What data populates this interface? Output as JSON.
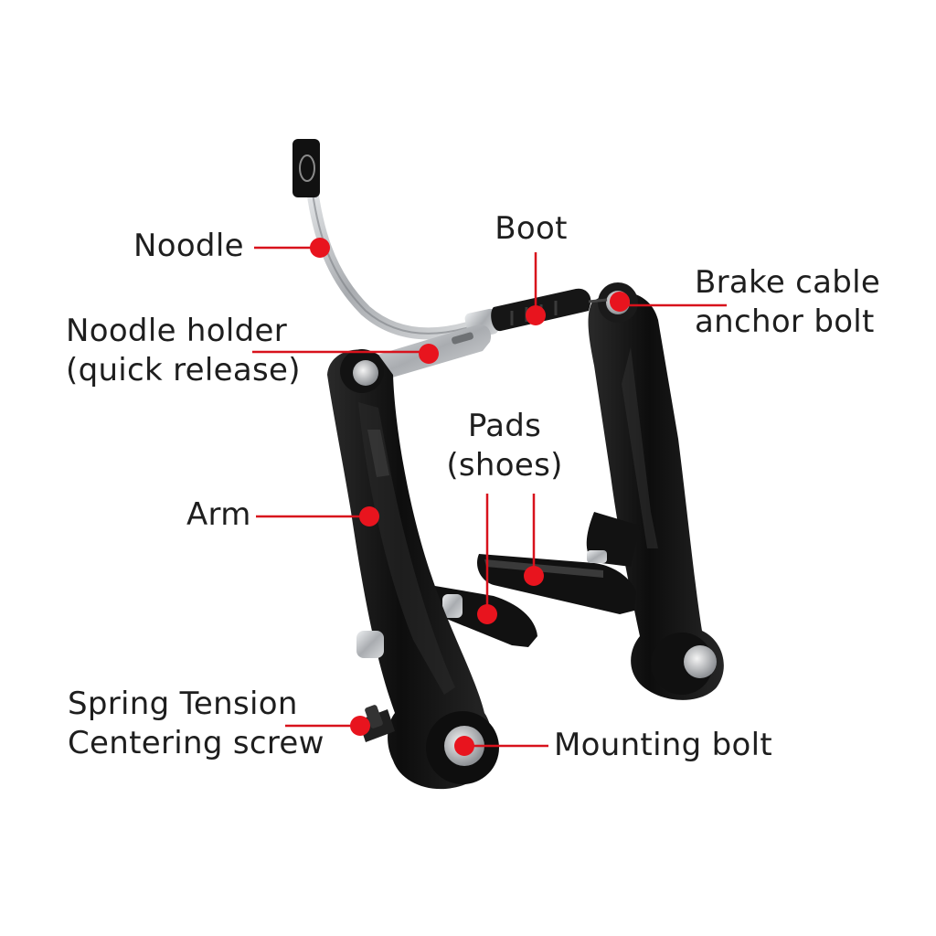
{
  "labels": {
    "noodle": "Noodle",
    "boot": "Boot",
    "brake_cable_anchor_bolt": [
      "Brake cable",
      "anchor bolt"
    ],
    "noodle_holder": [
      "Noodle holder",
      "(quick release)"
    ],
    "pads": [
      "Pads",
      "(shoes)"
    ],
    "arm": "Arm",
    "spring_tension": [
      "Spring Tension",
      "Centering screw"
    ],
    "mounting_bolt": "Mounting bolt"
  },
  "colors": {
    "marker": "#e8141e",
    "leader_line": "#d8121c",
    "brake_body": "#151515",
    "metal": "#c4c6c8",
    "text": "#1e1e1e"
  }
}
